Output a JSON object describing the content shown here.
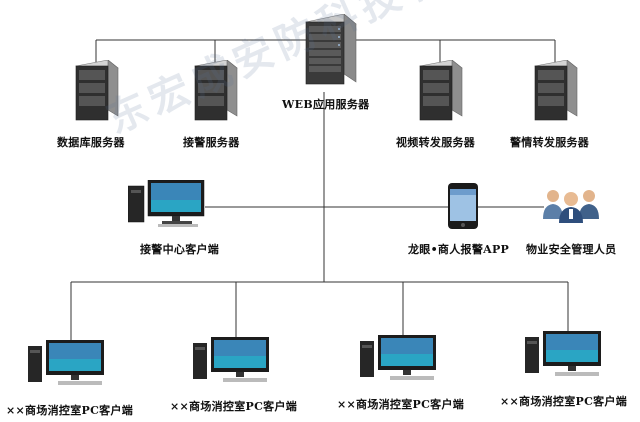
{
  "diagram": {
    "servers": [
      {
        "id": "web",
        "label": "WEB应用服务器"
      },
      {
        "id": "db",
        "label": "数据库服务器"
      },
      {
        "id": "alarm",
        "label": "接警服务器"
      },
      {
        "id": "video",
        "label": "视频转发服务器"
      },
      {
        "id": "police",
        "label": "警情转发服务器"
      }
    ],
    "middle_nodes": [
      {
        "id": "center",
        "label": "接警中心客户端"
      },
      {
        "id": "app",
        "label": "龙眼•商人报警APP"
      },
      {
        "id": "staff",
        "label": "物业安全管理人员"
      }
    ],
    "clients": [
      {
        "label": "××商场消控室PC客户端"
      },
      {
        "label": "××商场消控室PC客户端"
      },
      {
        "label": "××商场消控室PC客户端"
      },
      {
        "label": "××商场消控室PC客户端"
      }
    ],
    "watermark": "东宏成安防科技有限公司"
  }
}
